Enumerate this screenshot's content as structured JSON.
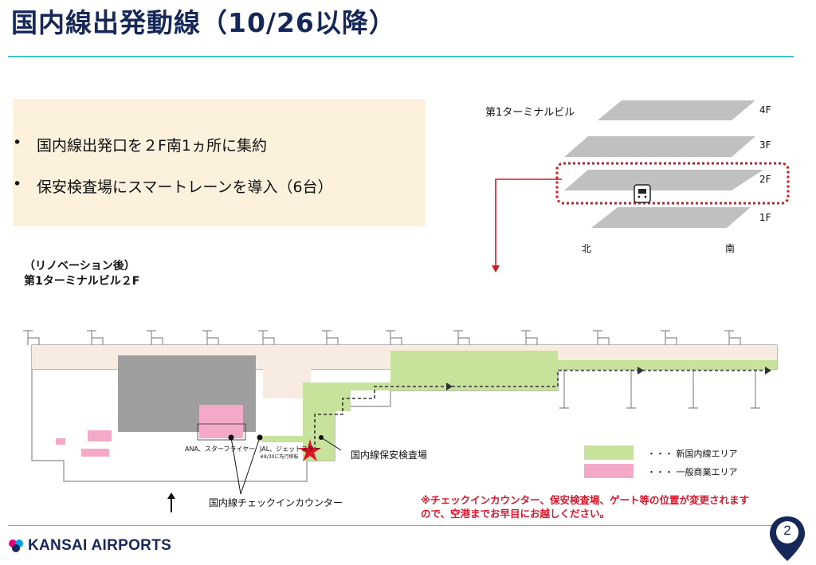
{
  "title": "国内線出発動線（10/26以降）",
  "notes": [
    "国内線出発口を２F南1ヵ所に集約",
    "保安検査場にスマートレーンを導入（6台）"
  ],
  "bullet": "•",
  "floor_diagram": {
    "building_label": "第1ターミナルビル",
    "floors": [
      "4F",
      "3F",
      "2F",
      "1F"
    ],
    "north": "北",
    "south": "南"
  },
  "section_title": [
    "（リノベーション後）",
    "第1ターミナルビル２F"
  ],
  "map_labels": {
    "ana_counter": "ANA、スターフライヤー",
    "jal_counter": "JAL、ジェットスター",
    "jal_note": "※8/30に先行移転",
    "security": "国内線保安検査場",
    "checkin": "国内線チェックインカウンター"
  },
  "legend": [
    {
      "label": "新国内線エリア",
      "color": "#c7e29a"
    },
    {
      "label": "一般商業エリア",
      "color": "#f4a9c9"
    }
  ],
  "legend_prefix": "・・・",
  "caution": [
    "※チェックインカウンター、保安検査場、ゲート等の位置が変更されます",
    "ので、空港までお早目にお越しください。"
  ],
  "logo_text": "KANSAI AIRPORTS",
  "page_number": "2",
  "colors": {
    "title": "#16285a",
    "rule": "#3fc3cf",
    "note_bg": "#fcf1dd",
    "new_domestic": "#c7e29a",
    "commercial": "#f4a9c9",
    "highlight": "#d6191f",
    "floor_gray": "#c0c0c0"
  }
}
